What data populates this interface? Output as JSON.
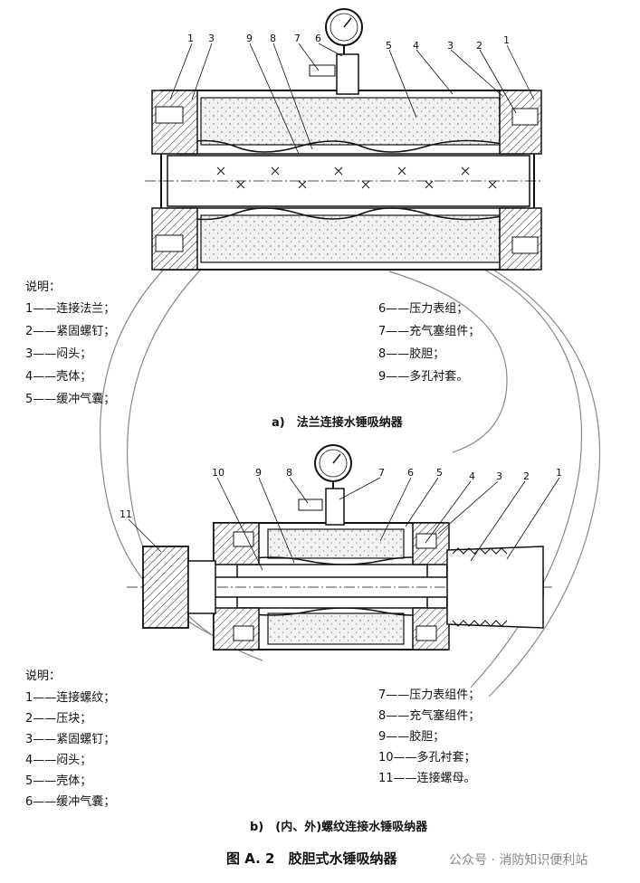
{
  "diagram_a": {
    "callouts_top": [
      "1",
      "3",
      "9",
      "8",
      "7",
      "6",
      "5",
      "4",
      "3",
      "2",
      "1"
    ],
    "legend_title": "说明：",
    "legend_left": [
      "1——连接法兰；",
      "2——紧固螺钉；",
      "3——闷头；",
      "4——壳体；",
      "5——缓冲气囊；"
    ],
    "legend_right": [
      "6——压力表组；",
      "7——充气塞组件；",
      "8——胶胆；",
      "9——多孔衬套。"
    ],
    "caption": "a)　法兰连接水锤吸纳器"
  },
  "diagram_b": {
    "callouts_top": [
      "10",
      "9",
      "8",
      "7",
      "6",
      "5",
      "4",
      "3",
      "2",
      "1"
    ],
    "callout_side": "11",
    "legend_title": "说明：",
    "legend_left": [
      "1——连接螺纹；",
      "2——压块；",
      "3——紧固螺钉；",
      "4——闷头；",
      "5——壳体；",
      "6——缓冲气囊；"
    ],
    "legend_right": [
      "7——压力表组件；",
      "8——充气塞组件；",
      "9——胶胆；",
      "10——多孔衬套；",
      "11——连接螺母。"
    ],
    "caption": "b)　(内、外)螺纹连接水锤吸纳器"
  },
  "figure_title": "图 A. 2　胶胆式水锤吸纳器",
  "watermark": "公众号 · 消防知识便利站"
}
